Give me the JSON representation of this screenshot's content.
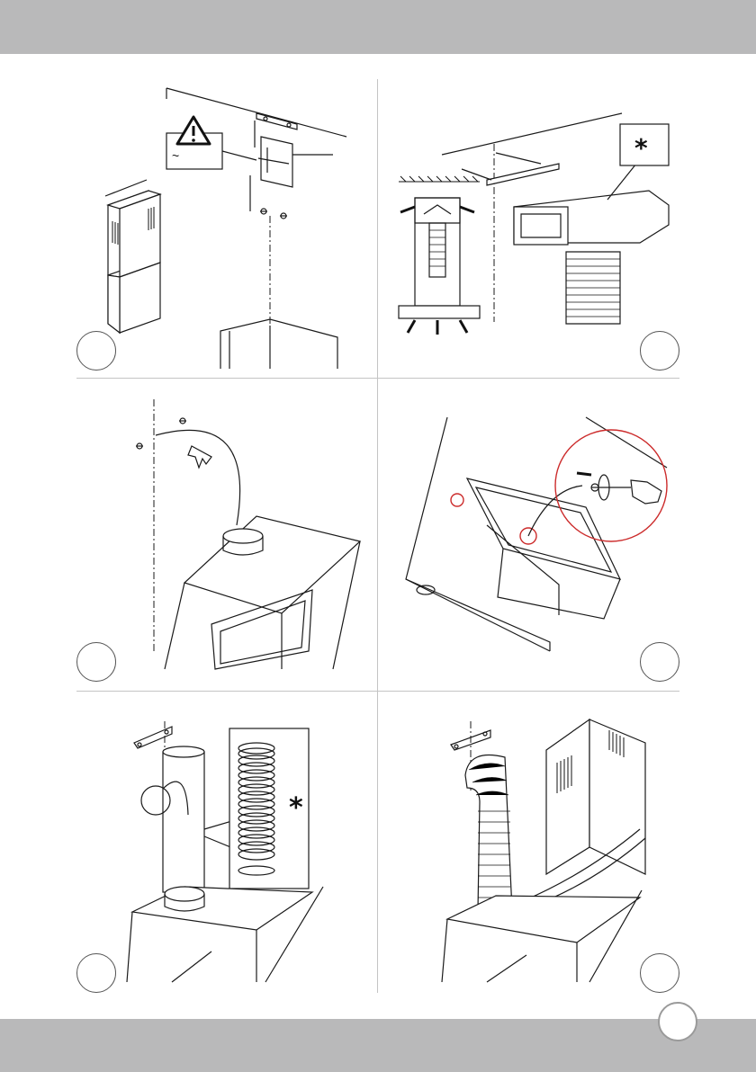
{
  "header": {
    "title": ""
  },
  "footer": {
    "page_number": ""
  },
  "steps": [
    {
      "id": 1,
      "badge": "",
      "callout_text": "~"
    },
    {
      "id": 2,
      "badge": "",
      "marker": "*"
    },
    {
      "id": 3,
      "badge": ""
    },
    {
      "id": 4,
      "badge": ""
    },
    {
      "id": 5,
      "badge": "",
      "marker": "*"
    },
    {
      "id": 6,
      "badge": ""
    }
  ],
  "colors": {
    "bar": "#b9b9ba",
    "grid": "#c4c4c4",
    "line": "#1a1a1a",
    "highlight": "#cc2b2b"
  },
  "icons": [
    "warning-icon",
    "asterisk-icon",
    "screwdriver-icon",
    "screw-icon",
    "flexible-duct-icon"
  ]
}
